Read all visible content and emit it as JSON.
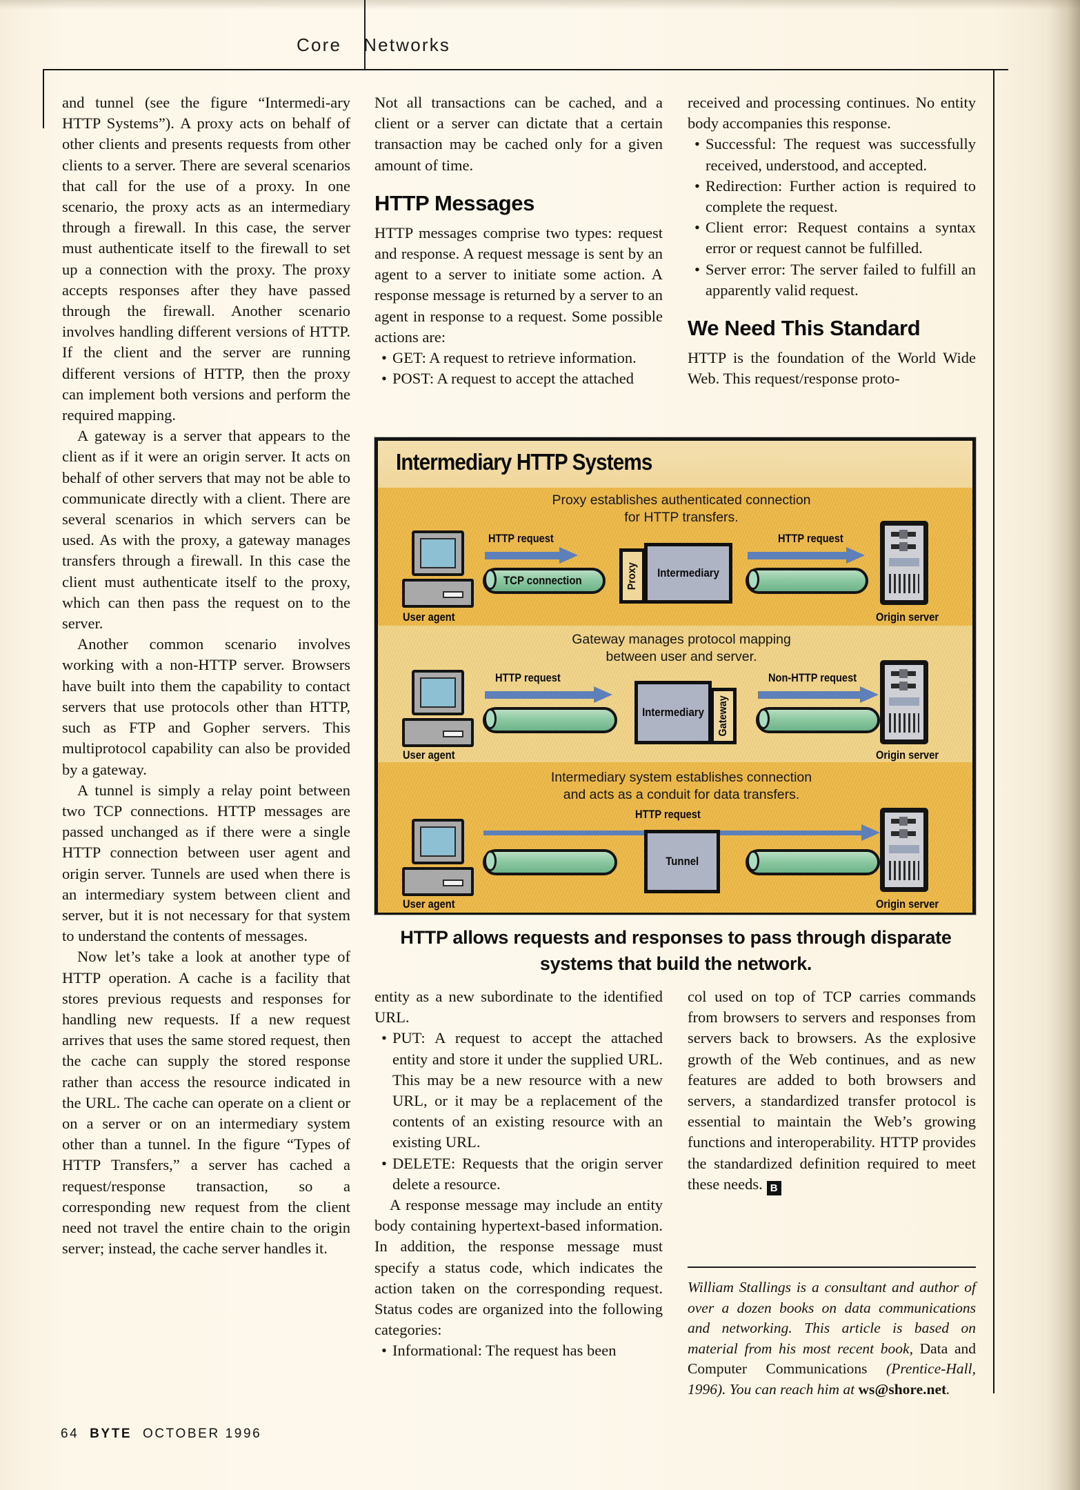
{
  "running_head": {
    "left": "Core",
    "right": "Networks"
  },
  "columns": {
    "col1": [
      "and tunnel (see the figure “Intermedi-ary HTTP Systems”). A proxy acts on behalf of other clients and presents requests from other clients to a server. There are several scenarios that call for the use of a proxy. In one scenario, the proxy acts as an intermediary through a firewall. In this case, the server must authenticate itself to the firewall to set up a connection with the proxy. The proxy accepts responses after they have passed through the firewall. Another scenario involves handling different versions of HTTP. If the client and the server are running different versions of HTTP, then the proxy can implement both versions and perform the required mapping.",
      "A gateway is a server that appears to the client as if it were an origin server. It acts on behalf of other servers that may not be able to communicate directly with a client. There are several scenarios in which servers can be used. As with the proxy, a gateway manages transfers through a firewall. In this case the client must authenticate itself to the proxy, which can then pass the request on to the server.",
      "Another common scenario involves working with a non-HTTP server. Browsers have built into them the capability to contact servers that use protocols other than HTTP, such as FTP and Gopher servers. This multiprotocol capability can also be provided by a gateway.",
      "A tunnel is simply a relay point between two TCP connections. HTTP messages are passed unchanged as if there were a single HTTP connection between user agent and origin server. Tunnels are used when there is an intermediary system between client and server, but it is not necessary for that system to understand the contents of messages.",
      "Now let’s take a look at another type of HTTP operation. A cache is a facility that stores previous requests and responses for handling new requests. If a new request arrives that uses the same stored request, then the cache can supply the stored response rather than access the resource indicated in the URL. The cache can operate on a client or on a server or on an intermediary system other than a tunnel. In the figure “Types of HTTP Transfers,” a server has cached a request/response transaction, so a corresponding new request from the client need not travel the entire chain to the origin server; instead, the cache server handles it."
    ],
    "col2_top": [
      "Not all transactions can be cached, and a client or a server can dictate that a certain transaction may be cached only for a given amount of time."
    ],
    "col2_heading": "HTTP Messages",
    "col2_body": [
      "HTTP messages comprise two types: request and response. A request message is sent by an agent to a server to initiate some action. A response message is returned by a server to an agent in response to a request. Some possible actions are:"
    ],
    "col2_bullets": [
      "GET: A request to retrieve information.",
      "POST: A request to accept the attached"
    ],
    "col3_top": [
      "received and processing continues. No entity body accompanies this response."
    ],
    "col3_bullets": [
      "Successful: The request was successfully received, understood, and accepted.",
      "Redirection: Further action is required to complete the request.",
      "Client error: Request contains a syntax error or request cannot be fulfilled.",
      "Server error: The server failed to fulfill an apparently valid request."
    ],
    "col3_heading": "We Need This Standard",
    "col3_body": [
      "HTTP is the foundation of the World Wide Web. This request/response proto-"
    ],
    "col2_bottom": [
      "entity as a new subordinate to the identified URL."
    ],
    "col2_bottom_bullets": [
      "PUT: A request to accept the attached entity and store it under the supplied URL. This may be a new resource with a new URL, or it may be a replacement of the contents of an existing resource with an existing URL.",
      "DELETE: Requests that the origin server delete a resource."
    ],
    "col2_bottom_body": [
      "A response message may include an entity body containing hypertext-based information. In addition, the response message must specify a status code, which indicates the action taken on the corresponding request. Status codes are organized into the following categories:"
    ],
    "col2_bottom_bullet2": "Informational: The request has been",
    "col3_bottom": [
      "col used on top of TCP carries commands from browsers to servers and responses from servers back to browsers. As the explosive growth of the Web continues, and as new features are added to both browsers and servers, a standardized transfer protocol is essential to maintain the Web’s growing functions and interoperability. HTTP provides the standardized definition required to meet these needs."
    ]
  },
  "figure": {
    "title": "Intermediary HTTP Systems",
    "caption": "HTTP allows requests and responses to pass through disparate systems that build the network.",
    "panels": [
      {
        "id": "panel-proxy",
        "caption_line1": "Proxy establishes authenticated connection",
        "caption_line2": "for HTTP transfers.",
        "user_agent_label": "User agent",
        "arrow_left_label": "HTTP request",
        "pipe_left_label": "TCP connection",
        "side_tab_label": "Proxy",
        "box_label": "Intermediary",
        "arrow_right_label": "HTTP request",
        "pipe_right_label": "",
        "origin_server_label": "Origin server"
      },
      {
        "id": "panel-gateway",
        "caption_line1": "Gateway manages protocol mapping",
        "caption_line2": "between user and server.",
        "user_agent_label": "User agent",
        "arrow_left_label": "HTTP request",
        "pipe_left_label": "",
        "box_label": "Intermediary",
        "side_tab_label": "Gateway",
        "arrow_right_label": "Non-HTTP request",
        "pipe_right_label": "",
        "origin_server_label": "Origin server"
      },
      {
        "id": "panel-tunnel",
        "caption_line1": "Intermediary system establishes connection",
        "caption_line2": "and acts as a conduit for data transfers.",
        "user_agent_label": "User agent",
        "arrow_label": "HTTP request",
        "pipe_left_label": "",
        "box_label": "Tunnel",
        "pipe_right_label": "",
        "origin_server_label": "Origin server"
      }
    ]
  },
  "bio": {
    "text_1": "William Stallings is a consultant and author of over a dozen books on data communications and networking. This article is based on material from his most recent book, ",
    "roman_1": "Data and Computer Communications ",
    "text_2": "(Prentice-Hall, 1996). You can reach him at ",
    "bold_email": "ws@shore.net",
    "text_3": "."
  },
  "footer": {
    "page": "64",
    "publication": "BYTE",
    "issue": "OCTOBER 1996"
  },
  "colors": {
    "paper": "#fdf6e6",
    "panel_orange": "#edb847",
    "panel_light": "#f2d488",
    "title_band": "#f0d79c",
    "arrow_blue": "#5d7fba",
    "pipe_green": "#8dc9a2",
    "box_gray": "#aeb4c4",
    "screen_blue": "#8ec0d4",
    "ink": "#141414"
  }
}
